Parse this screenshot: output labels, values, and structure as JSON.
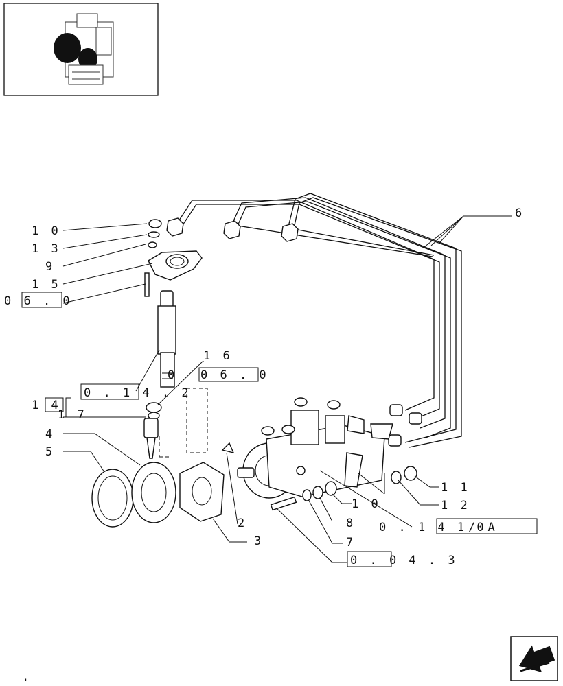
{
  "callouts": {
    "c10_top": "1 0",
    "c13": "1 3",
    "c9": "9",
    "c15": "1 5",
    "c06_0_left": "0 6 . 0",
    "c16": "1 6",
    "c0_mid": "0",
    "c06_0_mid": "0 6 . 0",
    "c0_14_2": "0 . 1 4 . 2",
    "c14": "1 4",
    "c17": "1 7",
    "c4": "4",
    "c5": "5",
    "c6": "6",
    "c11": "1 1",
    "c12": "1 2",
    "c10_bottom": "1 0",
    "c8": "8",
    "c7": "7",
    "c2": "2",
    "c3": "3",
    "c0_141_0": "0 . 1 4 1 0",
    "c_slash_A": "/      A",
    "c0_04_3": "0 . 0 4 . 3",
    "dot": "."
  },
  "colors": {
    "ink": "#111111",
    "paper": "#ffffff"
  },
  "icons": {
    "thumbnail": "engine-thumbnail-icon",
    "nav": "next-page-arrow-icon"
  }
}
